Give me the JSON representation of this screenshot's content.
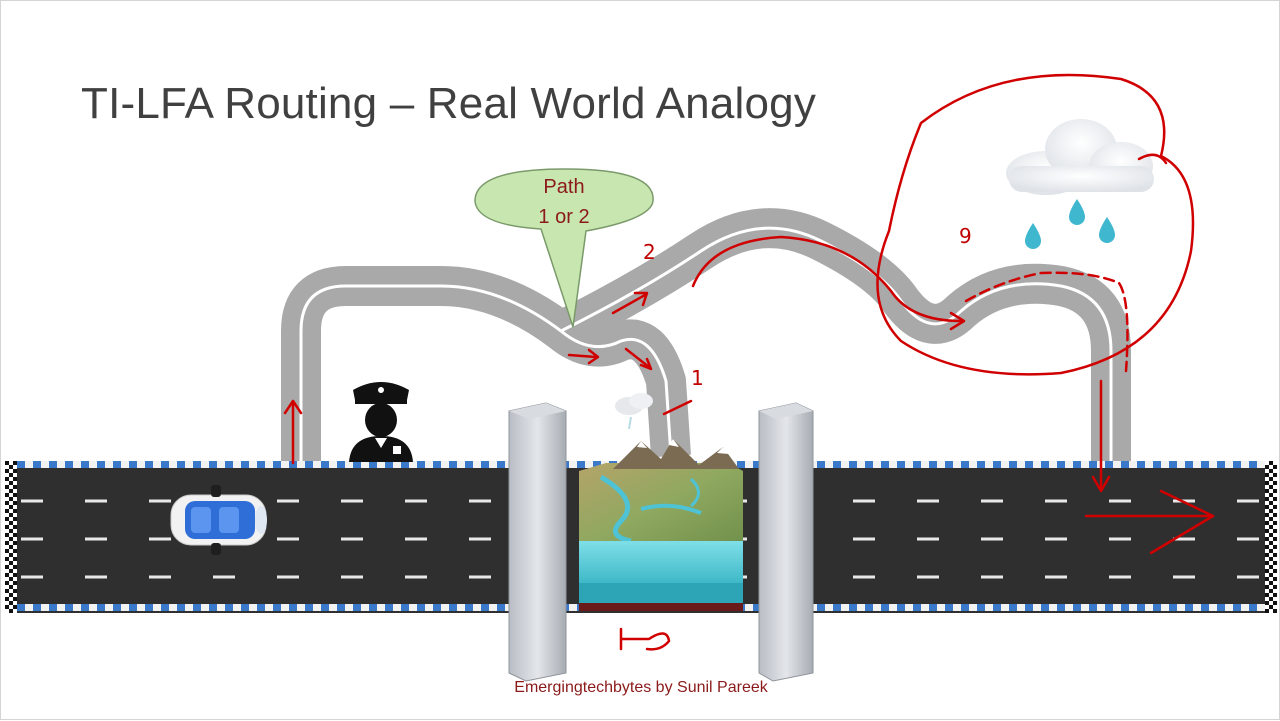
{
  "slide": {
    "title": "TI-LFA Routing – Real World Analogy",
    "credit": "Emergingtechbytes by Sunil Pareek"
  },
  "callout": {
    "line1": "Path",
    "line2": "1 or 2"
  },
  "path_labels": {
    "path_2": "2",
    "path_1": "1",
    "weather_mark": "9"
  },
  "icons": {
    "car": "car-icon",
    "police": "police-officer-icon",
    "cloud": "rain-cloud-icon",
    "terrain": "broken-terrain-icon",
    "pillar": "bridge-pillar-icon"
  },
  "colors": {
    "road_asphalt": "#2f2f2f",
    "loop_road": "#a9a9a9",
    "annotation_red": "#d00000",
    "callout_fill": "#c8e6b0",
    "callout_text": "#8b1a1a",
    "title": "#404040"
  }
}
